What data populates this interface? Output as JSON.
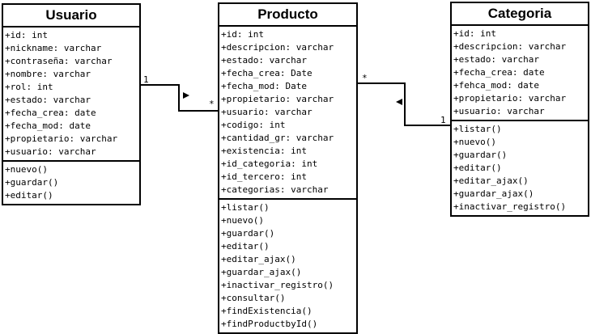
{
  "classes": {
    "usuario": {
      "name": "Usuario",
      "attributes": [
        "+id: int",
        "+nickname: varchar",
        "+contraseña: varchar",
        "+nombre: varchar",
        "+rol: int",
        "+estado: varchar",
        "+fecha_crea: date",
        "+fecha_mod: date",
        "+propietario: varchar",
        "+usuario: varchar"
      ],
      "operations": [
        "+nuevo()",
        "+guardar()",
        "+editar()"
      ]
    },
    "producto": {
      "name": "Producto",
      "attributes": [
        "+id: int",
        "+descripcion: varchar",
        "+estado: varchar",
        "+fecha_crea: Date",
        "+fecha_mod: Date",
        "+propietario: varchar",
        "+usuario: varchar",
        "+codigo: int",
        "+cantidad_gr: varchar",
        "+existencia: int",
        "+id_categoria: int",
        "+id_tercero: int",
        "+categorias: varchar"
      ],
      "operations": [
        "+listar()",
        "+nuevo()",
        "+guardar()",
        "+editar()",
        "+editar_ajax()",
        "+guardar_ajax()",
        "+inactivar_registro()",
        "+consultar()",
        "+findExistencia()",
        "+findProductbyId()"
      ]
    },
    "categoria": {
      "name": "Categoria",
      "attributes": [
        "+id: int",
        "+descripcion: varchar",
        "+estado: varchar",
        "+fecha_crea: date",
        "+fehca_mod: date",
        "+propietario: varchar",
        "+usuario: varchar"
      ],
      "operations": [
        "+listar()",
        "+nuevo()",
        "+guardar()",
        "+editar()",
        "+editar_ajax()",
        "+guardar_ajax()",
        "+inactivar_registro()"
      ]
    }
  },
  "associations": {
    "usuario_producto": {
      "source_multiplicity": "1",
      "target_multiplicity": "*"
    },
    "producto_categoria": {
      "source_multiplicity": "*",
      "target_multiplicity": "1"
    }
  }
}
